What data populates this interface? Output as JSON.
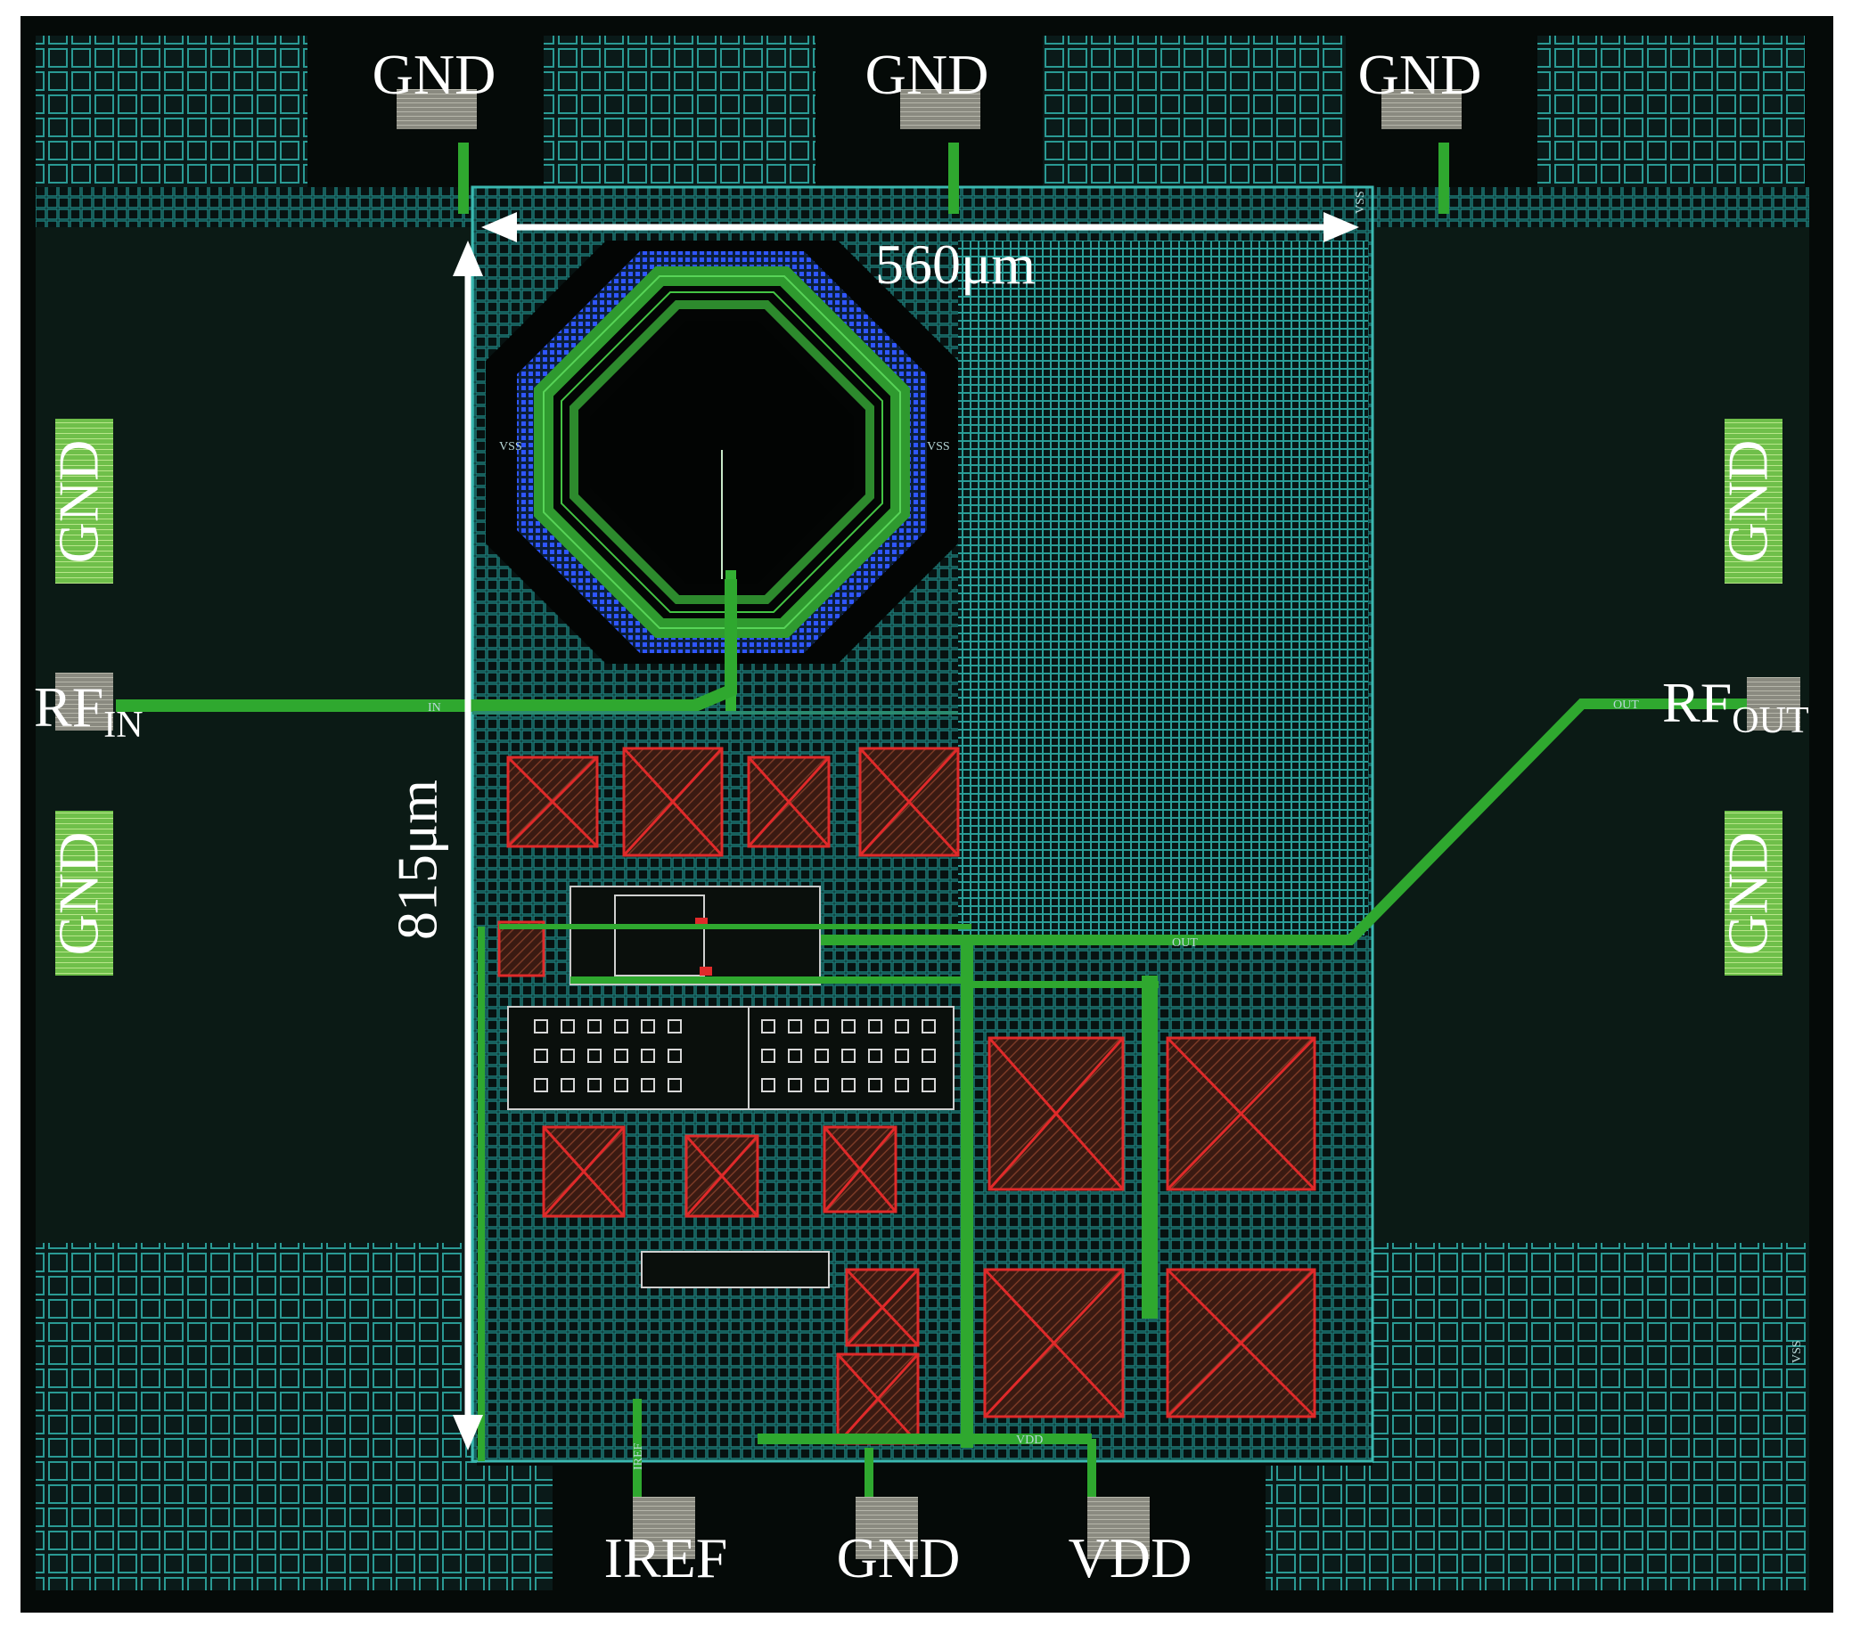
{
  "pads": {
    "top": [
      "GND",
      "GND",
      "GND"
    ],
    "left_upper": "GND",
    "left_lower": "GND",
    "right_upper": "GND",
    "right_lower": "GND",
    "bottom": [
      "IREF",
      "GND",
      "VDD"
    ]
  },
  "ports": {
    "rf_in": {
      "base": "RF",
      "sub": "IN"
    },
    "rf_out": {
      "base": "RF",
      "sub": "OUT"
    }
  },
  "dimensions": {
    "width": "560μm",
    "height": "815μm"
  },
  "net_labels": {
    "in": "IN",
    "out": "OUT",
    "vss": "VSS",
    "vdd": "VDD",
    "iref": "IREF"
  },
  "colors": {
    "background": "#040806",
    "grid": "#1f8a86",
    "metal": "#3fbf3f",
    "via": "#2f4fff",
    "capacitor": "#e02a2a",
    "cap_fill": "#3a1a12",
    "label": "#ffffff"
  }
}
